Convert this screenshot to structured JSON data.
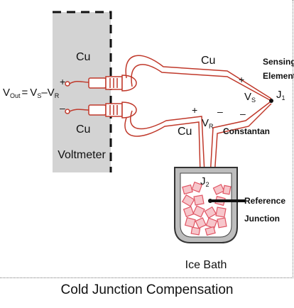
{
  "diagram": {
    "voltmeter_label": "Voltmeter",
    "vout_lhs": "V",
    "vout_lhs_sub": "Out",
    "vout_eq": "=",
    "vout_vs": "V",
    "vout_vs_sub": "S",
    "vout_minus": "–",
    "vout_vr": "V",
    "vout_vr_sub": "R",
    "cu_top_left": "Cu",
    "cu_bottom_left": "Cu",
    "cu_top_wire": "Cu",
    "cu_bottom_wire": "Cu",
    "plus_left": "+",
    "minus_left": "–",
    "plus_vs": "+",
    "minus_vs": "–",
    "vs_label": "V",
    "vs_sub": "S",
    "plus_vr": "+",
    "minus_vr": "–",
    "vr_label": "V",
    "vr_sub": "R",
    "constantan_label": "Constantan",
    "sensing_line1": "Sensing",
    "sensing_line2": "Element",
    "j1_label": "J",
    "j1_sub": "1",
    "j2_label": "J",
    "j2_sub": "2",
    "reference_line1": "Reference",
    "reference_line2": "Junction",
    "ice_bath_label": "Ice Bath"
  },
  "caption": "Cold Junction Compensation",
  "colors": {
    "wire": "#c0392b",
    "voltmeter_fill": "#d3d3d3",
    "ice": "#e05564"
  }
}
